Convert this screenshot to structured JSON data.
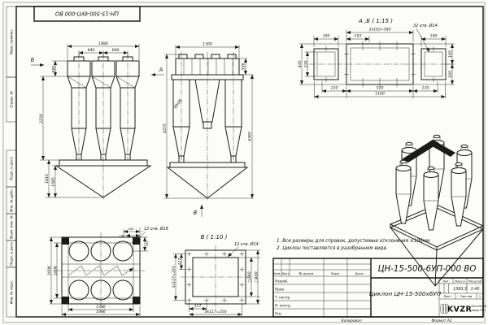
{
  "colors": {
    "ink": "#1c1c1c",
    "paper": "#fcfcfa"
  },
  "stamp": {
    "doc_number": "ЦН-15-500-6УП-000 ВО"
  },
  "margin_labels": [
    "Перв. примен.",
    "Справ. №",
    "Подп. и дата",
    "Инв. № дубл.",
    "Взам. инв. №",
    "Подп. и дата",
    "Инв. № подл."
  ],
  "views": {
    "front": {
      "view_label_left": "Б",
      "view_label_right": "А",
      "dim_total_width": "1880",
      "dim_pitch_1": "640",
      "dim_pitch_2": "640",
      "dim_inlet_height": "595",
      "dim_body_height": "2230",
      "dim_hopper_height": "1810",
      "dim_cone_height": "1565"
    },
    "side": {
      "view_label_bottom": "В",
      "dim_top_width": "1300",
      "dim_total_height": "4575",
      "dim_right_height": "4360",
      "dim_inlet": "556",
      "dim_diameter": "Ø508"
    },
    "detail_ab": {
      "title": "А ,Б ( 1:15 )",
      "dim_row_pitch": "3х193=580",
      "dim_190_left": "190",
      "dim_193": "193",
      "dim_190_right": "190",
      "holes_note": "32 отв. Ø14",
      "dim_430": "430",
      "dim_330": "330",
      "dim_195_top": "195",
      "dim_195_bottom": "195",
      "dim_130_left": "130",
      "dim_520": "520",
      "dim_130_right": "130",
      "dim_total": "1160"
    },
    "plan": {
      "dim_200": "200",
      "dim_140": "140",
      "holes_note": "12 отв. Ø18",
      "dim_165": "165",
      "dim_2006": "2006",
      "dim_1806": "1806",
      "dim_1786": "1786",
      "dim_1986": "1986"
    },
    "detail_v": {
      "title": "В ( 1:10 )",
      "holes_note": "12 отв. Ø14",
      "dim_left_pitch": "3х117=350",
      "dim_117_left": "117",
      "dim_sq_360": "□360",
      "dim_sq_400": "□400",
      "dim_117_bottom": "117",
      "dim_bottom_pitch": "3х117=350"
    }
  },
  "notes": {
    "line1": "1. Все размеры для справок, допустимые отклонения ±100мм.",
    "line2": "2. Циклон поставляется в разобранном виде."
  },
  "title_block": {
    "doc_number": "ЦН-15-500-6УП-000 ВО",
    "product_name": "Циклон ЦН-15-500х6УП",
    "col_izm": "Изм.",
    "col_list": "Лист",
    "col_doc": "№ докум.",
    "col_podp": "Подп.",
    "col_data": "Дата",
    "row_razrab": "Разраб.",
    "row_prov": "Пров.",
    "row_tkontr": "Т. контр.",
    "row_nkontr": "Н. контр.",
    "row_utv": "Утв.",
    "lit_label": "Лит.",
    "mass_label": "Масса",
    "scale_label": "Масштаб",
    "mass_value": "1393,3",
    "scale_value": "1:40",
    "sheet_label": "Лист",
    "sheets_label": "Листов",
    "sheets_value": "1",
    "company_logo": "KVZR",
    "company_line1": "Котельный",
    "company_line2": "завод РЭП"
  },
  "footer": {
    "copied_label": "Копировал",
    "format_label": "Формат А3"
  }
}
